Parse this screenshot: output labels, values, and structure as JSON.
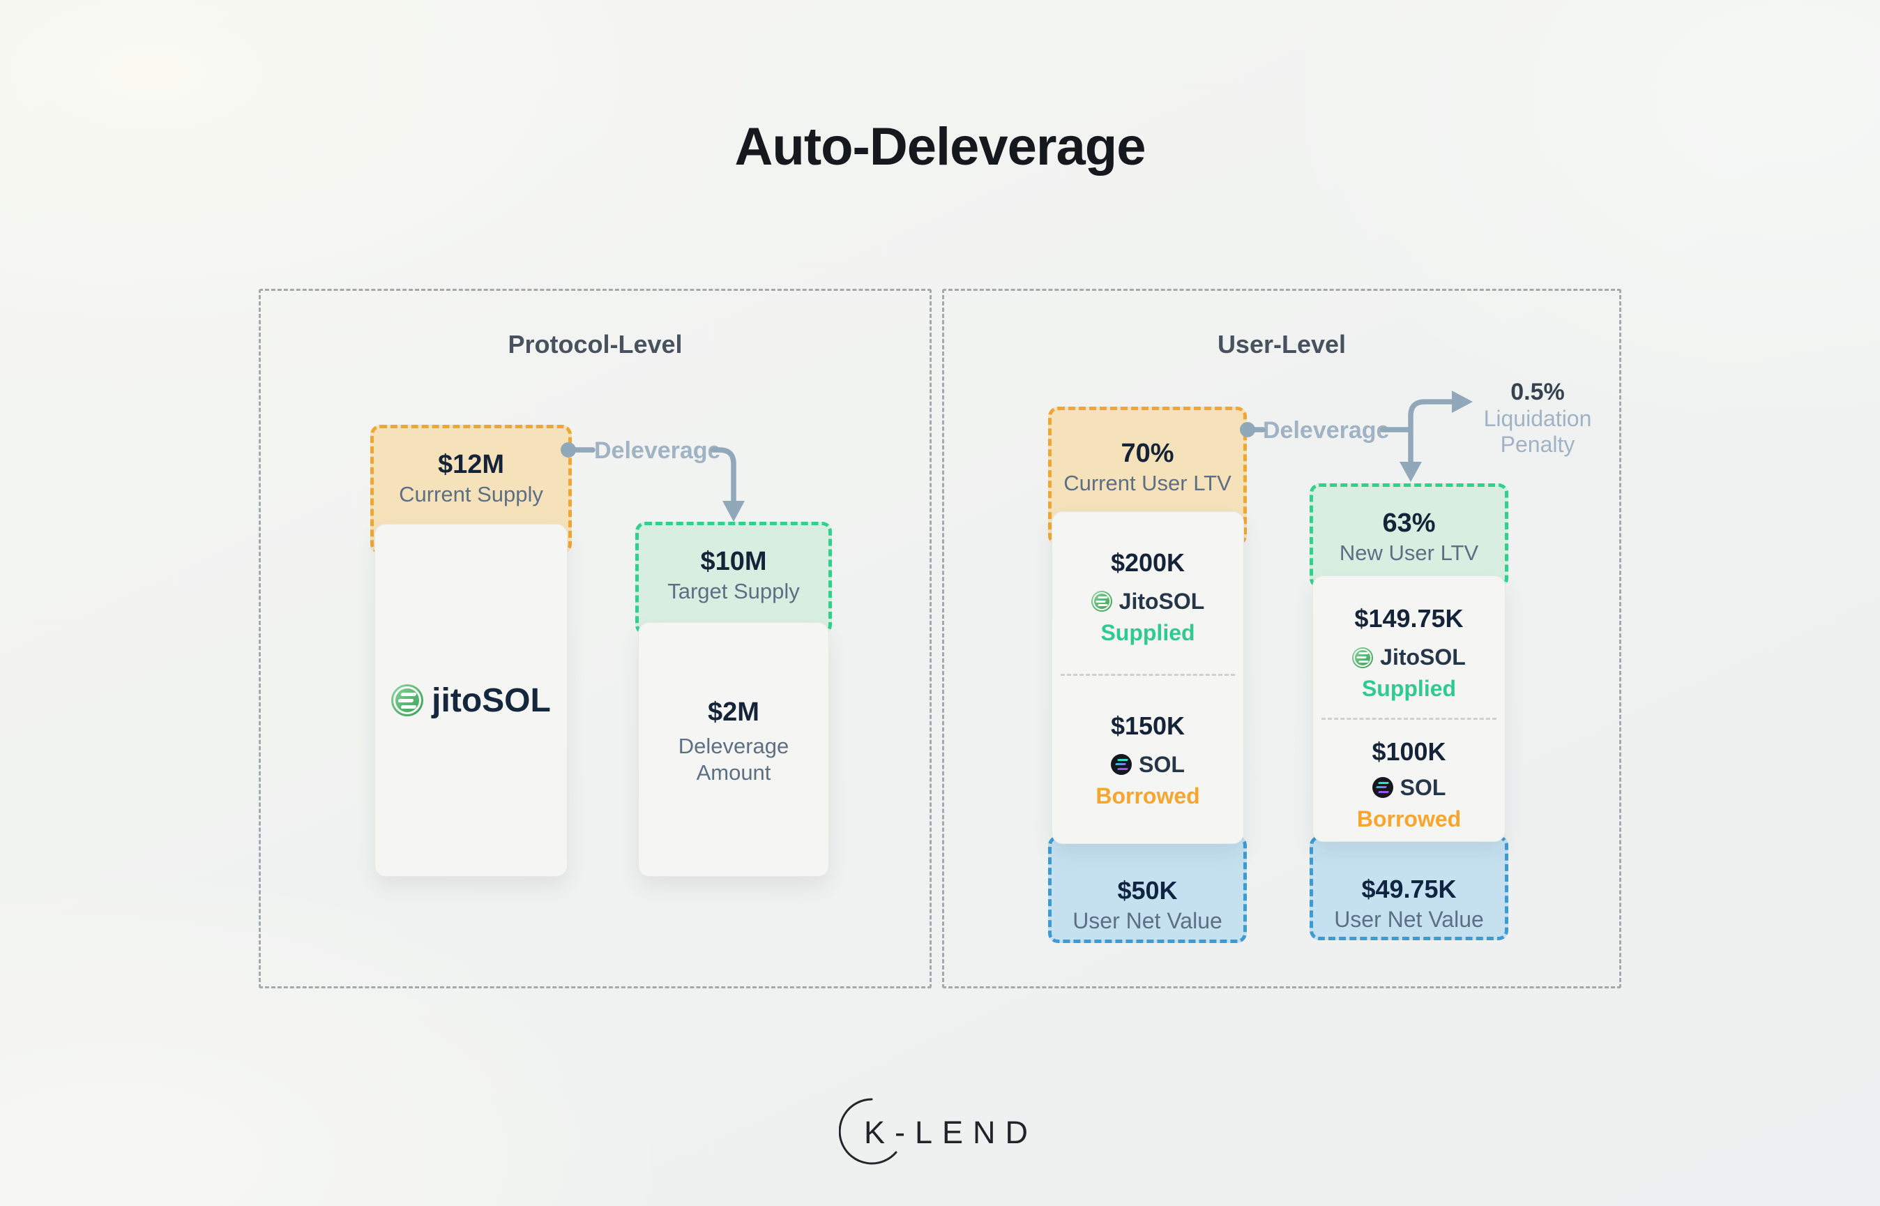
{
  "page": {
    "title": "Auto-Deleverage",
    "brand": "K-LEND"
  },
  "colors": {
    "orange_border": "#F0A633",
    "orange_fill": "#F6E2BA",
    "green_border": "#2FD18C",
    "green_fill": "#D8EEE1",
    "blue_border": "#3D9BD3",
    "blue_fill": "#C5E1F0",
    "arrow": "#91A8BA",
    "supplied_green": "#2FCB8E",
    "borrowed_orange": "#F6A52D",
    "value_navy": "#142338",
    "label_slate": "#5C6F83",
    "muted_blue": "#9FB3C4"
  },
  "protocol": {
    "title": "Protocol-Level",
    "current": {
      "value": "$12M",
      "label": "Current Supply"
    },
    "asset": "jitoSOL",
    "deleverage": "Deleverage",
    "target": {
      "value": "$10M",
      "label": "Target Supply"
    },
    "amount": {
      "value": "$2M",
      "label": "Deleverage Amount"
    }
  },
  "user": {
    "title": "User-Level",
    "deleverage": "Deleverage",
    "penalty": {
      "value": "0.5%",
      "line1": "Liquidation",
      "line2": "Penalty"
    },
    "before": {
      "ltv": "70%",
      "ltv_label": "Current User LTV",
      "supplied_value": "$200K",
      "supplied_asset": "JitoSOL",
      "supplied_status": "Supplied",
      "borrowed_value": "$150K",
      "borrowed_asset": "SOL",
      "borrowed_status": "Borrowed",
      "net_value": "$50K",
      "net_label": "User Net Value"
    },
    "after": {
      "ltv": "63%",
      "ltv_label": "New User LTV",
      "supplied_value": "$149.75K",
      "supplied_asset": "JitoSOL",
      "supplied_status": "Supplied",
      "borrowed_value": "$100K",
      "borrowed_asset": "SOL",
      "borrowed_status": "Borrowed",
      "net_value": "$49.75K",
      "net_label": "User Net Value"
    }
  }
}
